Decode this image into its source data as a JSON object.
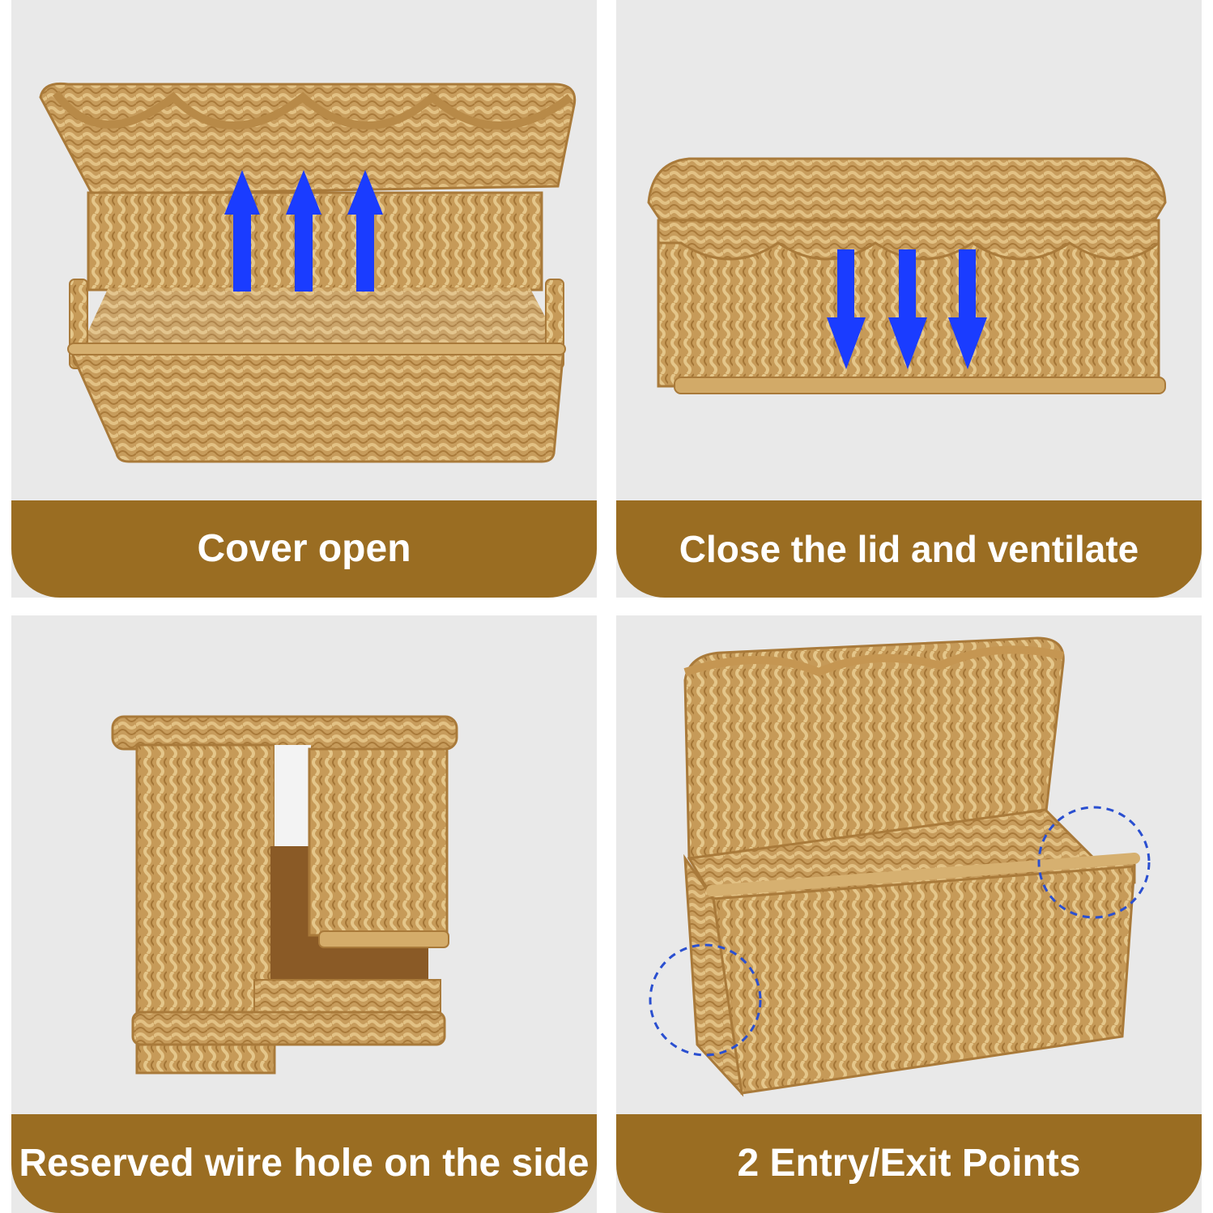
{
  "panels": [
    {
      "caption": "Cover open"
    },
    {
      "caption": "Close the lid and ventilate"
    },
    {
      "caption": "Reserved wire hole on the side"
    },
    {
      "caption": "2 Entry/Exit Points"
    }
  ],
  "colors": {
    "panel_background": "#e9e9e9",
    "caption_band": "#9a6d22",
    "caption_text": "#ffffff",
    "wicker": "#c9a063",
    "arrow": "#1a3cff",
    "dashed_circle": "#2a4fd0"
  },
  "icons": [
    "arrow-up-icon",
    "arrow-down-icon",
    "dashed-circle-marker"
  ]
}
